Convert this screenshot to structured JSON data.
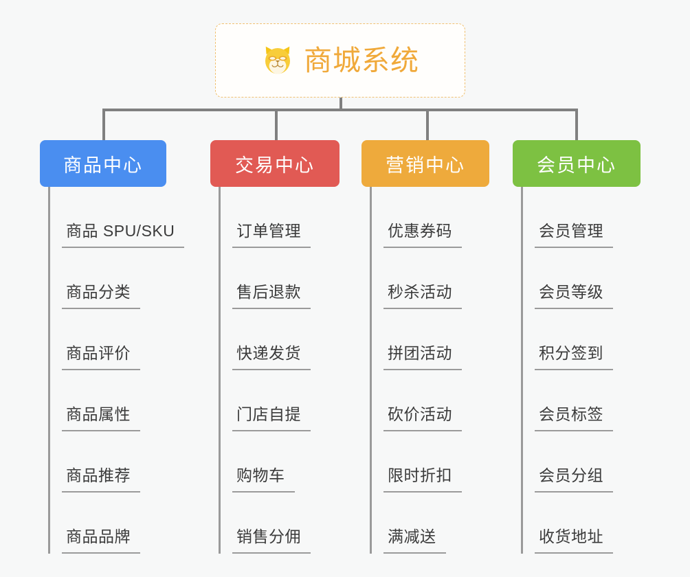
{
  "diagram": {
    "type": "mindmap",
    "background_color": "#f7f8f8",
    "connector_color": "#808080"
  },
  "root": {
    "title": "商城系统",
    "icon": "shiba-dog-icon",
    "text_color": "#f0a93a",
    "border_color": "#f0c070",
    "background_color": "#fffefc"
  },
  "columns": [
    {
      "title": "商品中心",
      "color": "#4a8ef0",
      "items": [
        {
          "label": "商品 SPU/SKU"
        },
        {
          "label": "商品分类"
        },
        {
          "label": "商品评价"
        },
        {
          "label": "商品属性"
        },
        {
          "label": "商品推荐"
        },
        {
          "label": "商品品牌"
        }
      ]
    },
    {
      "title": "交易中心",
      "color": "#e15a54",
      "items": [
        {
          "label": "订单管理"
        },
        {
          "label": "售后退款"
        },
        {
          "label": "快递发货"
        },
        {
          "label": "门店自提"
        },
        {
          "label": "购物车"
        },
        {
          "label": "销售分佣"
        }
      ]
    },
    {
      "title": "营销中心",
      "color": "#eeaa3c",
      "items": [
        {
          "label": "优惠券码"
        },
        {
          "label": "秒杀活动"
        },
        {
          "label": "拼团活动"
        },
        {
          "label": "砍价活动"
        },
        {
          "label": "限时折扣"
        },
        {
          "label": "满减送"
        }
      ]
    },
    {
      "title": "会员中心",
      "color": "#7dc142",
      "items": [
        {
          "label": "会员管理"
        },
        {
          "label": "会员等级"
        },
        {
          "label": "积分签到"
        },
        {
          "label": "会员标签"
        },
        {
          "label": "会员分组"
        },
        {
          "label": "收货地址"
        }
      ]
    }
  ]
}
